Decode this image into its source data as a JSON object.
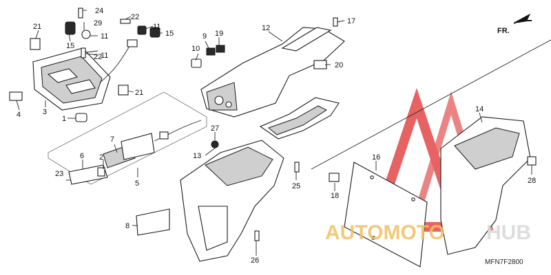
{
  "callouts": {
    "c1": "1",
    "c2": "2",
    "c3": "3",
    "c4": "4",
    "c5": "5",
    "c6": "6",
    "c7": "7",
    "c8": "8",
    "c9": "9",
    "c10": "10",
    "c11a": "11",
    "c11b": "11",
    "c11c": "11",
    "c12": "12",
    "c13": "13",
    "c14": "14",
    "c15a": "15",
    "c15b": "15",
    "c16": "16",
    "c17": "17",
    "c18": "18",
    "c19": "19",
    "c20": "20",
    "c21a": "21",
    "c21b": "21",
    "c22a": "22",
    "c22b": "22",
    "c23": "23",
    "c24": "24",
    "c25": "25",
    "c26": "26",
    "c27": "27",
    "c28": "28",
    "c29": "29"
  },
  "direction_label": "FR.",
  "diagram_code": "MFN7F2800",
  "watermark": {
    "text_a": "AUTOMOTO",
    "text_b": "HUB",
    "color_a": "#f0c060",
    "color_b": "#d9d9d9",
    "logo_color": "#e03030"
  }
}
